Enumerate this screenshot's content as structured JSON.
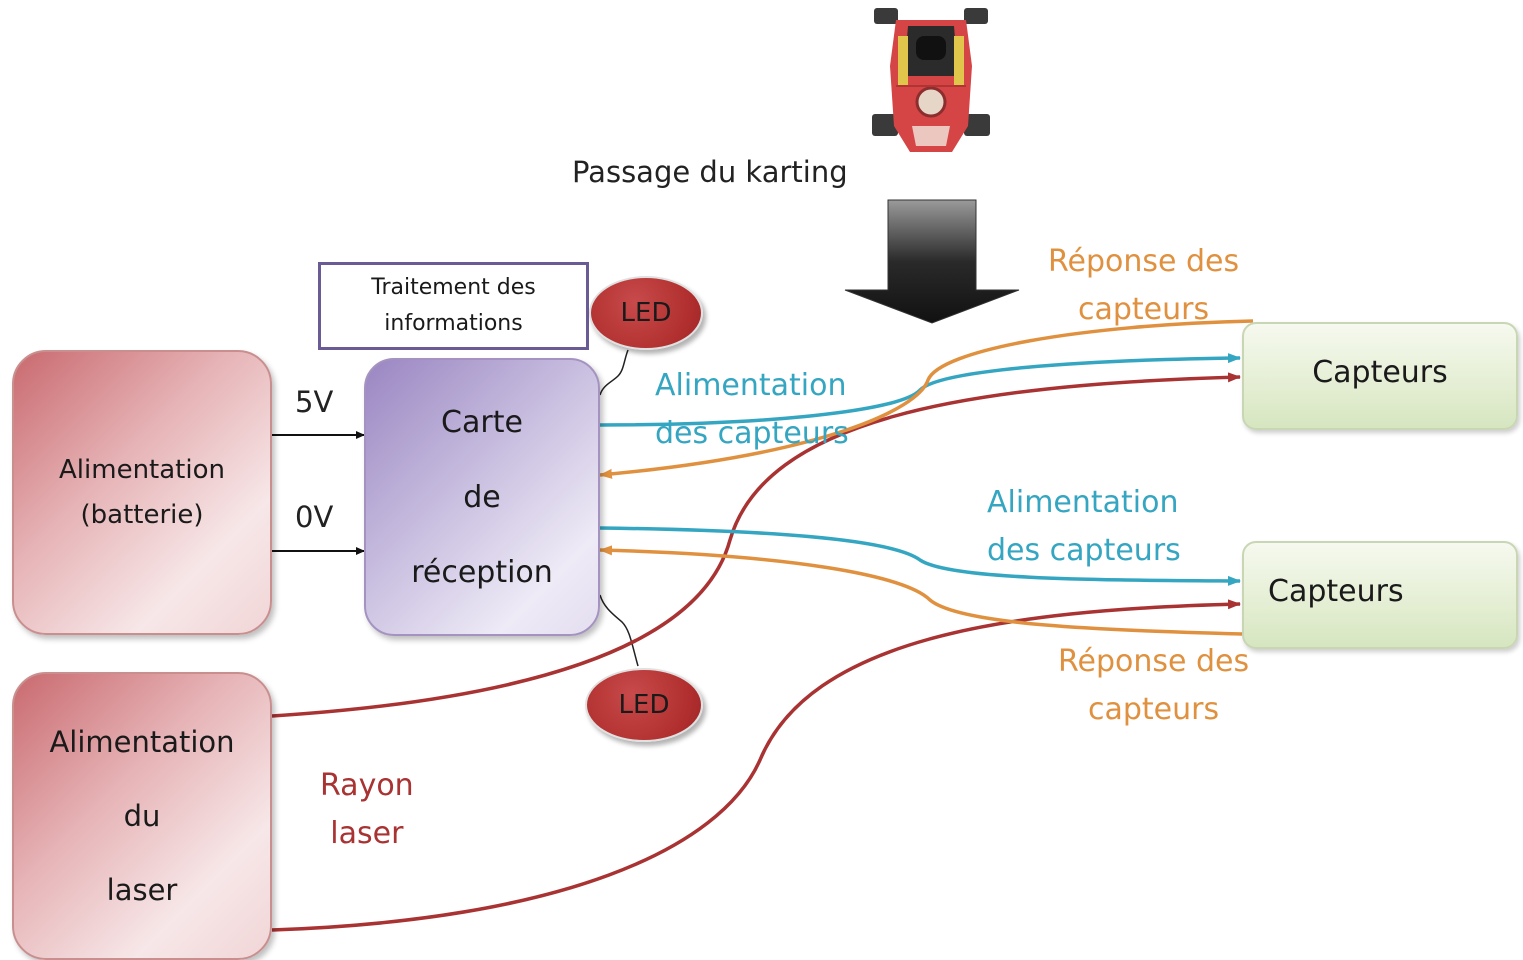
{
  "header": {
    "kart_caption": "Passage du karting"
  },
  "blocks": {
    "battery": [
      "Alimentation",
      "(batterie)"
    ],
    "laser_power": [
      "Alimentation",
      "du",
      "laser"
    ],
    "receiver": [
      "Carte",
      "de",
      "réception"
    ],
    "treatment": [
      "Traitement des",
      "informations"
    ],
    "sensor_1": "Capteurs",
    "sensor_2": "Capteurs",
    "led_top": "LED",
    "led_bottom": "LED"
  },
  "labels": {
    "v5": "5V",
    "v0": "0V",
    "supply_top": [
      "Alimentation",
      "des capteurs"
    ],
    "supply_bottom": [
      "Alimentation",
      "des capteurs"
    ],
    "response_top": [
      "Réponse des",
      "capteurs"
    ],
    "response_bottom": [
      "Réponse des",
      "capteurs"
    ],
    "laser_ray": [
      "Rayon",
      "laser"
    ]
  },
  "colors": {
    "supply": "#35a6c1",
    "response": "#e0913f",
    "laser": "#a93232",
    "battery_block": "#d98a8e",
    "receiver_block": "#b3a5d3",
    "sensor_block": "#e1ecd0",
    "led": "#b02e2e",
    "treatment_border": "#6b5b95"
  }
}
